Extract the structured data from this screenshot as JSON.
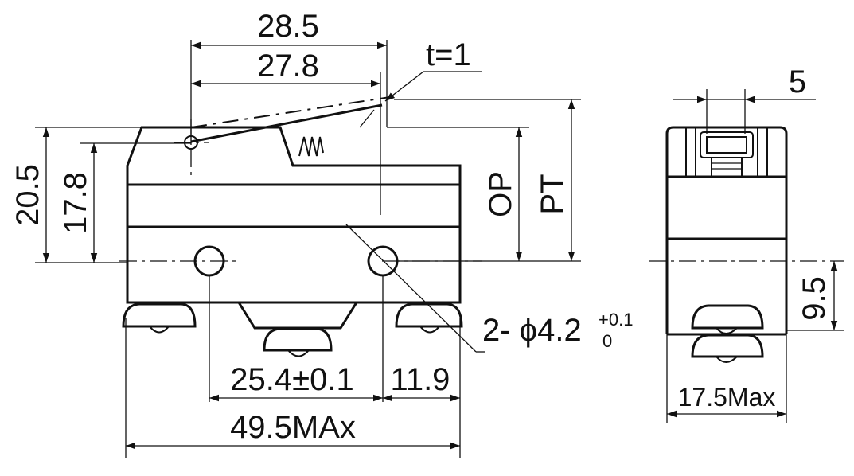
{
  "front_view": {
    "dim_28_5": "28.5",
    "dim_27_8": "27.8",
    "dim_t": "t=1",
    "dim_20_5": "20.5",
    "dim_17_8": "17.8",
    "dim_op": "OP",
    "dim_pt": "PT",
    "dim_25_4": "25.4±0.1",
    "dim_11_9": "11.9",
    "dim_49_5": "49.5MAx",
    "hole_prefix": "2- ϕ4.2",
    "hole_tol_upper": "+0.1",
    "hole_tol_lower": "0"
  },
  "side_view": {
    "dim_5": "5",
    "dim_9_5": "9.5",
    "dim_17_5": "17.5Max"
  }
}
